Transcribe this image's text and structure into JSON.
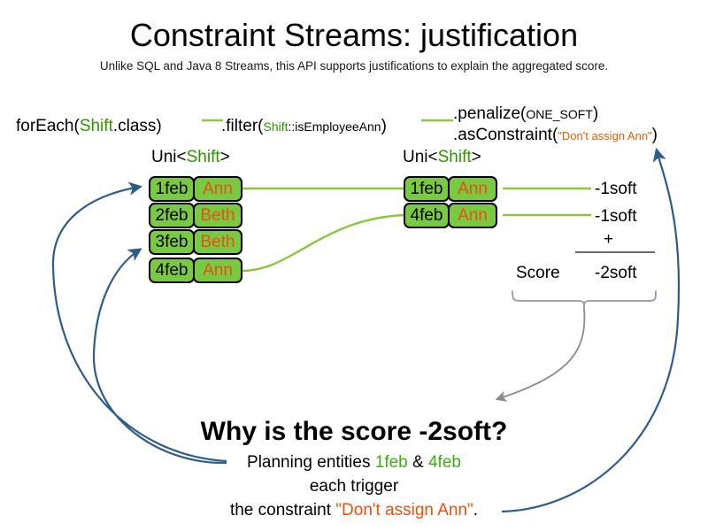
{
  "slide": {
    "title": "Constraint Streams: justification",
    "subtitle": "Unlike SQL and Java 8 Streams, this API supports justifications to explain the aggregated score."
  },
  "code": {
    "foreach": {
      "prefix": "forEach(",
      "type": "Shift",
      "suffix": ".class)"
    },
    "filter": {
      "prefix": ".filter(",
      "type": "Shift",
      "method": "::isEmployeeAnn",
      "suffix": ")"
    },
    "penalize": {
      "prefix": ".penalize(",
      "arg": "ONE_SOFT",
      "suffix": ")"
    },
    "as_constraint": {
      "prefix": ".asConstraint(",
      "arg": "\"Don't assign Ann\"",
      "suffix": ")"
    }
  },
  "streams": {
    "left_header": {
      "prefix": "Uni<",
      "type": "Shift",
      "suffix": ">"
    },
    "right_header": {
      "prefix": "Uni<",
      "type": "Shift",
      "suffix": ">"
    },
    "left_cards": [
      {
        "date": "1feb",
        "employee": "Ann"
      },
      {
        "date": "2feb",
        "employee": "Beth"
      },
      {
        "date": "3feb",
        "employee": "Beth"
      },
      {
        "date": "4feb",
        "employee": "Ann"
      }
    ],
    "right_cards": [
      {
        "date": "1feb",
        "employee": "Ann"
      },
      {
        "date": "4feb",
        "employee": "Ann"
      }
    ]
  },
  "score": {
    "impacts": [
      "-1soft",
      "-1soft"
    ],
    "operator": "+",
    "label": "Score",
    "total": "-2soft"
  },
  "explanation": {
    "heading": "Why is the score -2soft?",
    "line1": {
      "a": "Planning entities ",
      "e1": "1feb",
      "amp": " & ",
      "e2": "4feb"
    },
    "line2": "each trigger",
    "line3": {
      "a": "the constraint ",
      "constraint": "\"Don't assign Ann\"",
      "b": "."
    }
  },
  "colors": {
    "green_entity": "#7ac943",
    "green_text": "#2e9400",
    "orange_text": "#e8500f",
    "blue_arrow": "#2e5c8a",
    "gray_brace": "#9a9a9a",
    "green_connector": "#8cc63f"
  }
}
